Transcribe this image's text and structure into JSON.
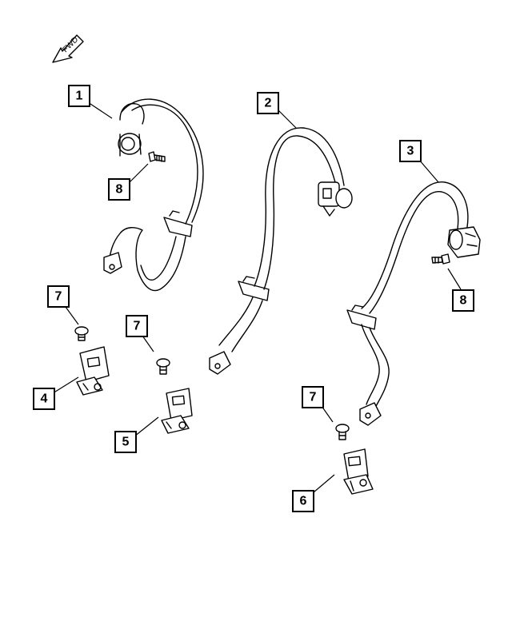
{
  "fwd_label": "FWD",
  "callouts": [
    {
      "label": "1"
    },
    {
      "label": "8"
    },
    {
      "label": "2"
    },
    {
      "label": "3"
    },
    {
      "label": "8"
    },
    {
      "label": "7"
    },
    {
      "label": "4"
    },
    {
      "label": "7"
    },
    {
      "label": "5"
    },
    {
      "label": "7"
    },
    {
      "label": "6"
    }
  ]
}
